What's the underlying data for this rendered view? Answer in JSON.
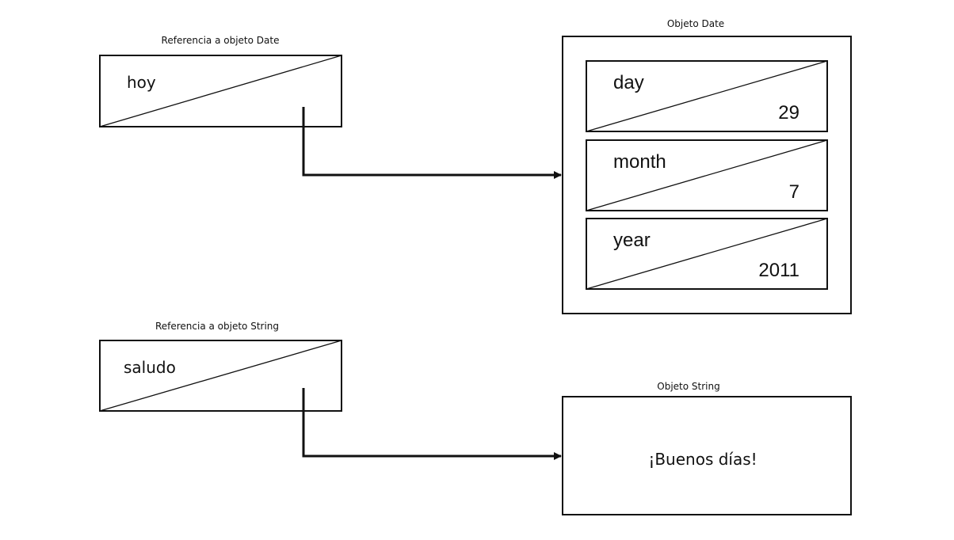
{
  "date_reference": {
    "caption": "Referencia a objeto Date",
    "variable": "hoy"
  },
  "date_object": {
    "caption": "Objeto Date",
    "fields": [
      {
        "name": "day",
        "value": "29"
      },
      {
        "name": "month",
        "value": "7"
      },
      {
        "name": "year",
        "value": "2011"
      }
    ]
  },
  "string_reference": {
    "caption": "Referencia a objeto String",
    "variable": "saludo"
  },
  "string_object": {
    "caption": "Objeto String",
    "value": "¡Buenos días!"
  }
}
